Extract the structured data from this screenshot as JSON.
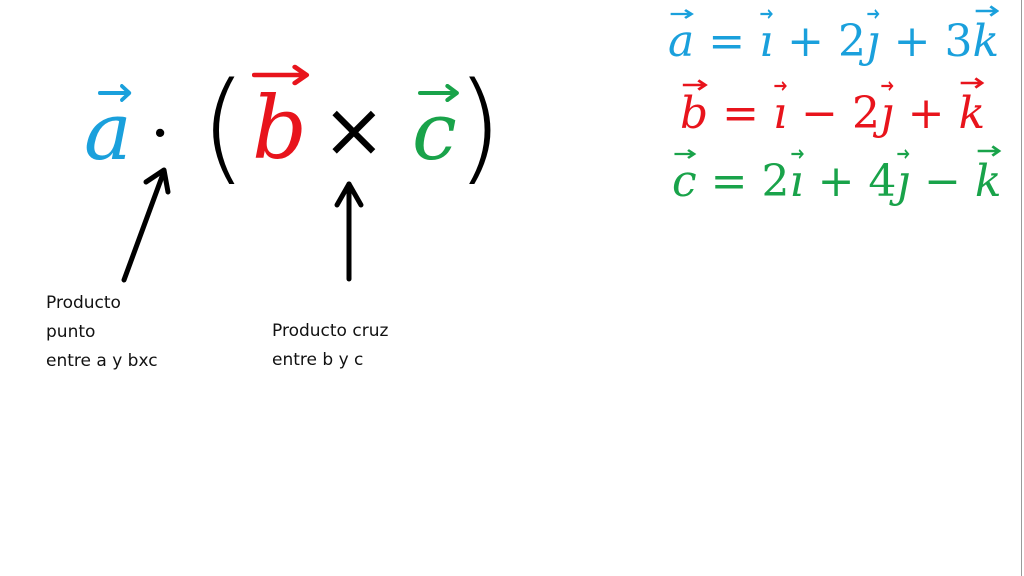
{
  "colors": {
    "a": "#1aa0dc",
    "b": "#e8141c",
    "c": "#19a34a",
    "operator": "#000000",
    "annotation": "#111111"
  },
  "expression": {
    "a": "a",
    "dot": "·",
    "open_paren": "(",
    "b": "b",
    "cross": "×",
    "c": "c",
    "close_paren": ")"
  },
  "equations": [
    {
      "lhs": "a",
      "rhs": [
        {
          "t": "op",
          "v": "="
        },
        {
          "t": "vec",
          "v": "i"
        },
        {
          "t": "op",
          "v": "+"
        },
        {
          "t": "num",
          "v": "2"
        },
        {
          "t": "vec",
          "v": "j"
        },
        {
          "t": "op",
          "v": "+"
        },
        {
          "t": "num",
          "v": "3"
        },
        {
          "t": "vec",
          "v": "k"
        }
      ],
      "text": "a = i + 2j + 3k",
      "color": "#1aa0dc"
    },
    {
      "lhs": "b",
      "rhs": [
        {
          "t": "op",
          "v": "="
        },
        {
          "t": "vec",
          "v": "i"
        },
        {
          "t": "op",
          "v": "−"
        },
        {
          "t": "num",
          "v": "2"
        },
        {
          "t": "vec",
          "v": "j"
        },
        {
          "t": "op",
          "v": "+"
        },
        {
          "t": "vec",
          "v": "k"
        }
      ],
      "text": "b = i − 2j + k",
      "color": "#e8141c"
    },
    {
      "lhs": "c",
      "rhs": [
        {
          "t": "op",
          "v": "="
        },
        {
          "t": "num",
          "v": "2"
        },
        {
          "t": "vec",
          "v": "i"
        },
        {
          "t": "op",
          "v": "+"
        },
        {
          "t": "num",
          "v": "4"
        },
        {
          "t": "vec",
          "v": "j"
        },
        {
          "t": "op",
          "v": "−"
        },
        {
          "t": "vec",
          "v": "k"
        }
      ],
      "text": "c = 2i + 4j − k",
      "color": "#19a34a"
    }
  ],
  "annotations": {
    "dot_product": "Producto\npunto\nentre a y bxc",
    "cross_product": "Producto cruz\nentre b y c"
  }
}
